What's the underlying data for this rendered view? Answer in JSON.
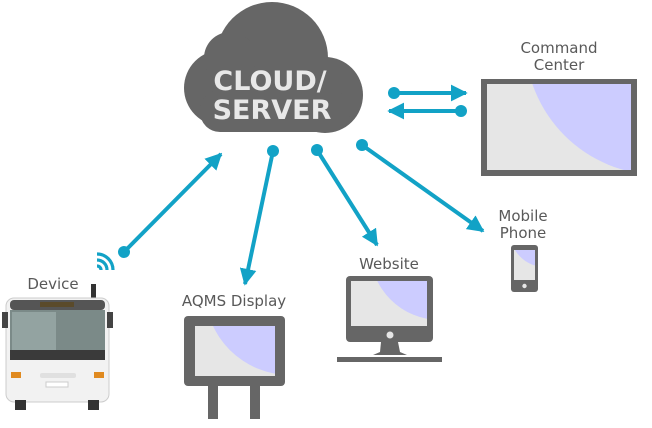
{
  "cloud": {
    "line1": "CLOUD/",
    "line2": "SERVER"
  },
  "nodes": {
    "command_center": {
      "line1": "Command",
      "line2": "Center"
    },
    "device": {
      "label": "Device"
    },
    "aqms": {
      "label": "AQMS Display"
    },
    "website": {
      "label": "Website"
    },
    "mobile": {
      "line1": "Mobile",
      "line2": "Phone"
    }
  },
  "colors": {
    "connector": "#12a2c6",
    "device_gray": "#666666",
    "screen_light": "#e6e6e6",
    "screen_accent": "#ccccff"
  }
}
